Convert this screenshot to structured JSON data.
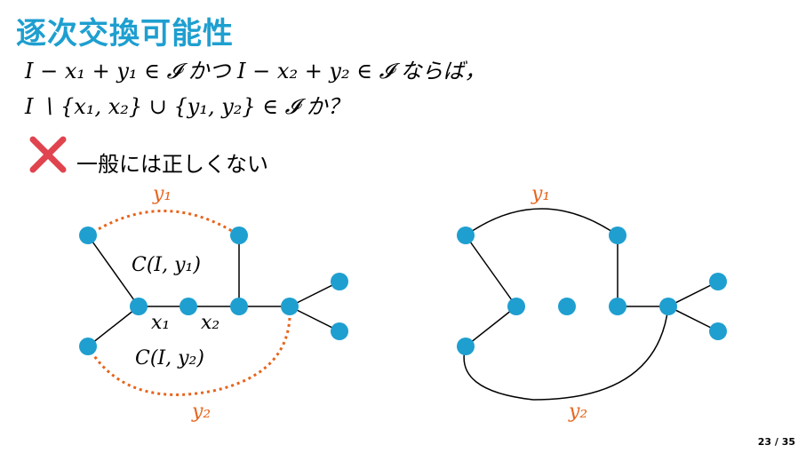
{
  "slide": {
    "title": "逐次交換可能性",
    "line1": "I − x₁ + y₁ ∈ 𝓘 かつ I − x₂ + y₂ ∈ 𝓘 ならば，",
    "line2": "I ∖ {x₁, x₂} ∪ {y₁, y₂} ∈ 𝓘 か？",
    "verdict": "一般には正しくない",
    "page": "23 / 35"
  },
  "left_graph": {
    "label_y1": "y₁",
    "label_y2": "y₂",
    "label_x1": "x₁",
    "label_x2": "x₂",
    "label_cycle1": "C(I, y₁)",
    "label_cycle2": "C(I, y₂)"
  },
  "right_graph": {
    "label_y1": "y₁",
    "label_y2": "y₂"
  },
  "colors": {
    "accent": "#1e9fd0",
    "node": "#1e9fd0",
    "highlight": "#e8641c",
    "cross": "#e0444e"
  }
}
